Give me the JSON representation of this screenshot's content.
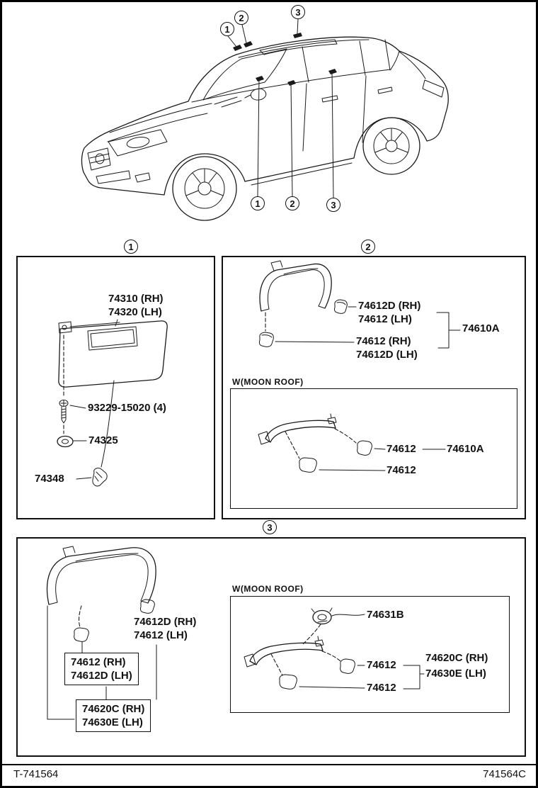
{
  "page": {
    "footer_left": "T-741564",
    "footer_right": "741564C"
  },
  "callouts": {
    "n1": "1",
    "n2": "2",
    "n3": "3"
  },
  "section1": {
    "visor_rh": "74310 (RH)",
    "visor_lh": "74320 (LH)",
    "screw": "93229-15020 (4)",
    "holder": "74325",
    "hook": "74348"
  },
  "section2": {
    "cap_a_rh": "74612D (RH)",
    "cap_a_lh": "74612 (LH)",
    "cap_b_rh": "74612 (RH)",
    "cap_b_lh": "74612D (LH)",
    "assy": "74610A",
    "moonroof_title": "W(MOON ROOF)",
    "mr_grip": "74612",
    "mr_assy": "74610A",
    "mr_cap": "74612"
  },
  "section3": {
    "cap_a_rh": "74612D (RH)",
    "cap_a_lh": "74612 (LH)",
    "cap_b_rh": "74612 (RH)",
    "cap_b_lh": "74612D (LH)",
    "assy_rh": "74620C (RH)",
    "assy_lh": "74630E (LH)",
    "moonroof_title": "W(MOON ROOF)",
    "mr_ring": "74631B",
    "mr_grip": "74612",
    "mr_cap": "74612",
    "mr_assy_rh": "74620C (RH)",
    "mr_assy_lh": "74630E (LH)"
  }
}
